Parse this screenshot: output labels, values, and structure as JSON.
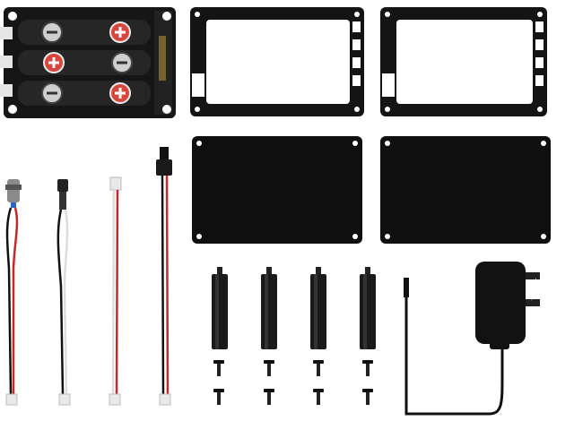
{
  "scene": {
    "kind": "product-kit-photo",
    "background": "#ffffff"
  },
  "components": {
    "battery_holder": {
      "icon": "battery-holder-3-cell",
      "cells": [
        {
          "left": "negative",
          "right": "positive"
        },
        {
          "left": "positive",
          "right": "negative"
        },
        {
          "left": "negative",
          "right": "positive"
        }
      ]
    },
    "frames": {
      "count": 2,
      "icon": "acrylic-frame"
    },
    "plates": {
      "count": 2,
      "icon": "acrylic-plate"
    },
    "cables": [
      {
        "icon": "power-switch-cable"
      },
      {
        "icon": "dc-jack-cable"
      },
      {
        "icon": "jst-cable"
      },
      {
        "icon": "dc-plug-cable"
      }
    ],
    "standoffs": {
      "count": 4,
      "icon": "hex-standoff"
    },
    "screws": {
      "count": 8,
      "icon": "screw"
    },
    "adapter": {
      "icon": "power-adapter",
      "badge_icon": "lightning-icon"
    }
  },
  "colors": {
    "black": "#111111",
    "frame_hole": "#ffffff",
    "positive_red": "#d9463e",
    "negative_gray": "#cfcfcf",
    "wire_red": "#c62828",
    "wire_white": "#eeeeee",
    "connector": "#e9e9e9",
    "standoff": "#1a1a1a",
    "pcb_dark": "#1e1e1e",
    "gold": "#c9a13b"
  }
}
